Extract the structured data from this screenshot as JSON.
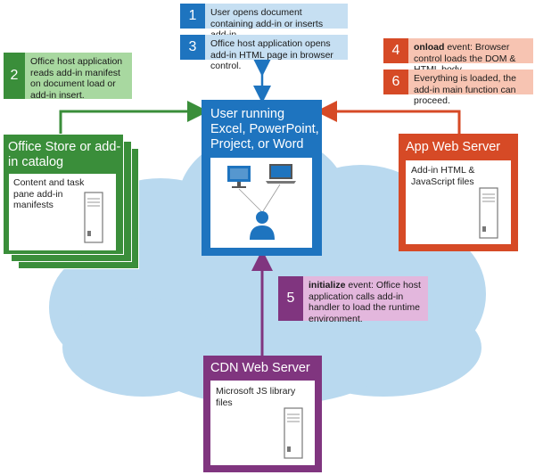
{
  "steps": [
    {
      "num": "1",
      "text": "User opens document containing add-in or inserts add-in."
    },
    {
      "num": "3",
      "text": "Office host application opens  add-in HTML page in browser control."
    },
    {
      "num": "2",
      "text": "Office host application reads add-in manifest on document load or add-in insert."
    },
    {
      "num": "4",
      "bold": "onload",
      "text": " event: Browser control loads the DOM & HTML body."
    },
    {
      "num": "6",
      "text": "Everything is loaded, the add-in main function can proceed."
    },
    {
      "num": "5",
      "bold": "initialize",
      "text": " event: Office host application calls add-in handler to load the runtime environment."
    }
  ],
  "user_box": {
    "title": "User running Excel, PowerPoint, Project, or Word"
  },
  "store_box": {
    "title": "Office Store or add-in catalog",
    "inner": "Content and task pane add-in manifests"
  },
  "app_box": {
    "title": "App Web Server",
    "inner": "Add-in HTML & JavaScript files"
  },
  "cdn_box": {
    "title": "CDN Web Server",
    "inner": "Microsoft JS library files"
  },
  "colors": {
    "blue": "#1e74bf",
    "green": "#3a8e3a",
    "red": "#d64a26",
    "purple": "#80357f",
    "cloud": "#b9d9ef"
  }
}
